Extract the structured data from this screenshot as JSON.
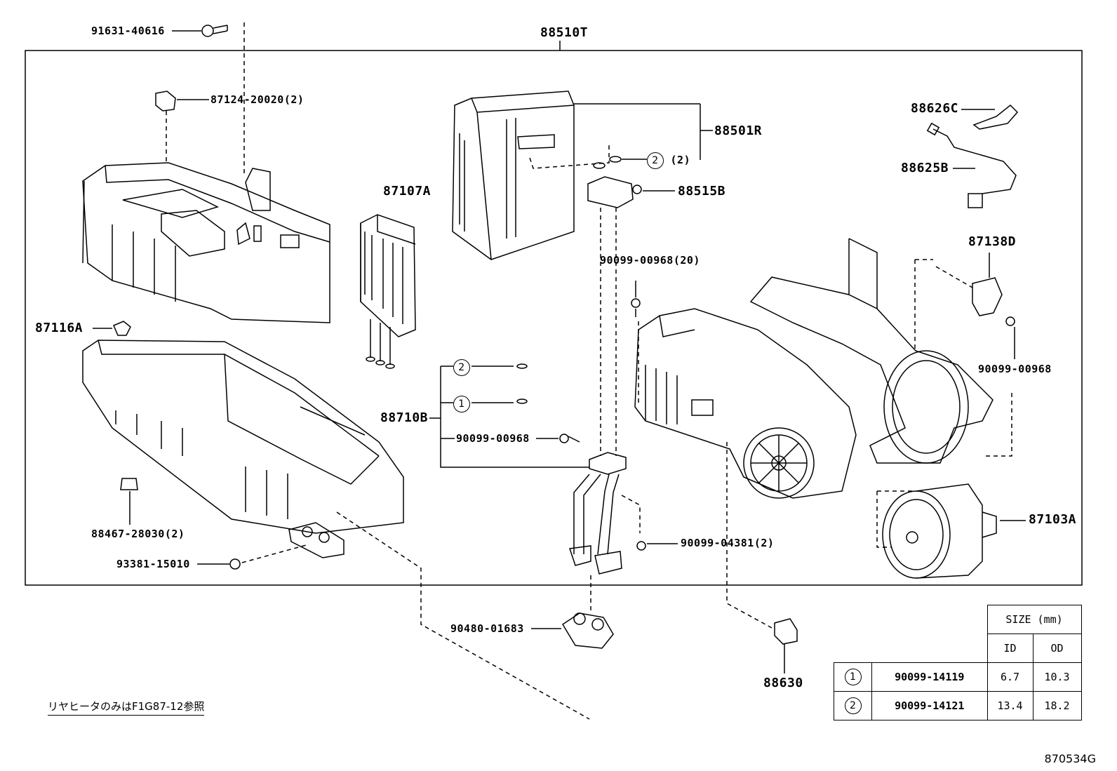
{
  "assembly_label": "88510T",
  "parts": {
    "p91631": "91631-40616",
    "p87124": "87124-20020(2)",
    "p87107A": "87107A",
    "p88501R": "88501R",
    "p88501R_ring": "(2)",
    "p88515B": "88515B",
    "p88626C": "88626C",
    "p88625B": "88625B",
    "p87138D": "87138D",
    "p90099_00968_20": "90099-00968(20)",
    "p90099_00968_right": "90099-00968",
    "p87116A": "87116A",
    "p88710B": "88710B",
    "p90099_00968_mid": "90099-00968",
    "p88467": "88467-28030(2)",
    "p90099_04381": "90099-04381(2)",
    "p87103A": "87103A",
    "p93381": "93381-15010",
    "p90480": "90480-01683",
    "p88630": "88630"
  },
  "circle_marks": {
    "one": "1",
    "two": "2"
  },
  "size_table": {
    "header": "SIZE (mm)",
    "col_id": "ID",
    "col_od": "OD",
    "rows": [
      {
        "mark": "1",
        "part": "90099-14119",
        "id": "6.7",
        "od": "10.3"
      },
      {
        "mark": "2",
        "part": "90099-14121",
        "id": "13.4",
        "od": "18.2"
      }
    ]
  },
  "note": "リヤヒータのみはF1G87-12参照",
  "figure_id": "870534G"
}
